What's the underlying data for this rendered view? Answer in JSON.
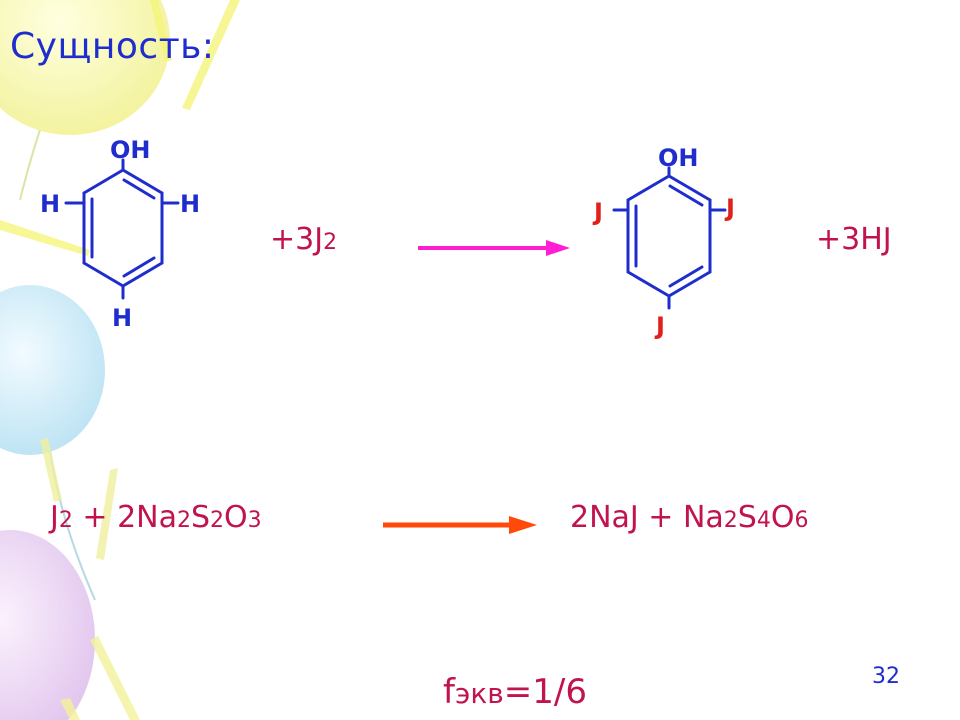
{
  "title": "Сущность:",
  "reaction1": {
    "reactant": {
      "substituent_top": "OH",
      "substituent_left": "H",
      "substituent_right": "H",
      "substituent_bottom": "H"
    },
    "reagent": {
      "prefix": "+3J",
      "sub": "2"
    },
    "product": {
      "substituent_top": "OH",
      "substituent_left": "J",
      "substituent_right": "J",
      "substituent_bottom": "J"
    },
    "byproduct": "+3HJ",
    "arrow_color": "#ff1ed2"
  },
  "reaction2": {
    "left": {
      "p1": "J",
      "s1": "2",
      "p2": " + 2Na",
      "s2": "2",
      "p3": "S",
      "s3": "2",
      "p4": "O",
      "s4": "3"
    },
    "right": {
      "p1": "2NaJ + Na",
      "s1": "2",
      "p2": "S",
      "s2": "4",
      "p3": "O",
      "s3": "6"
    },
    "arrow_color": "#ff4a0a"
  },
  "equivalence": {
    "label": "f",
    "sub": "экв",
    "value": "=1/6"
  },
  "page_number": "32",
  "colors": {
    "title": "#1f2dcc",
    "equation": "#c0134f",
    "bond": "#1f2dcc",
    "iodine": "#e0201c"
  }
}
